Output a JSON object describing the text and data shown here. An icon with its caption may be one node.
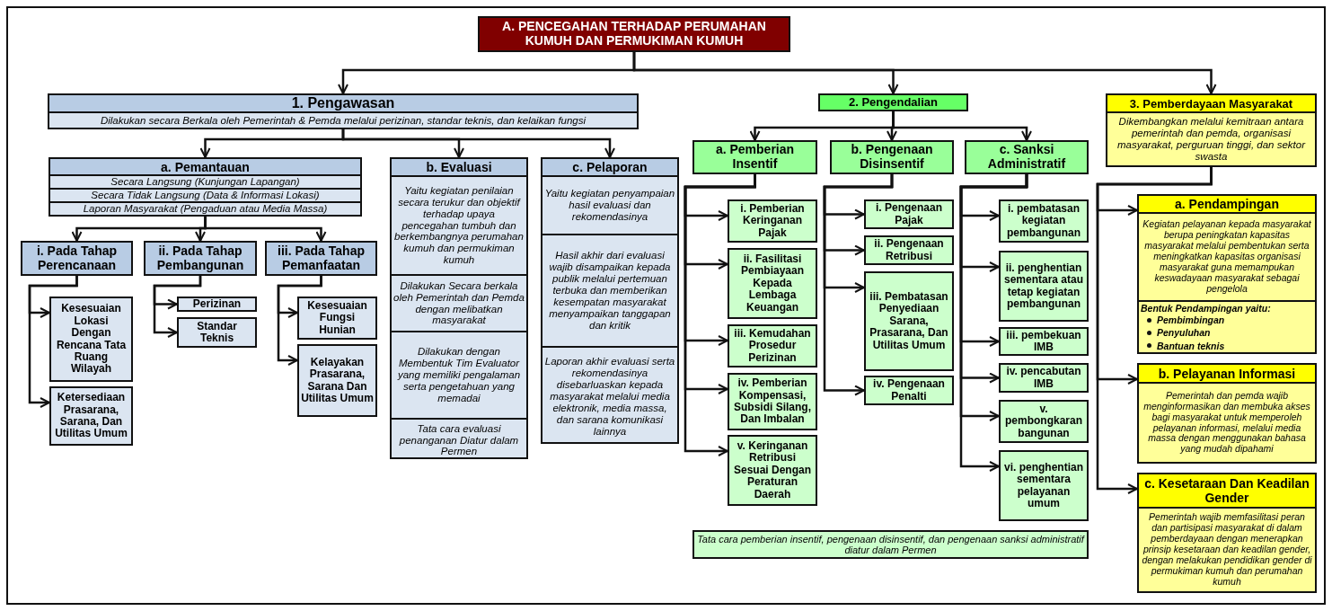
{
  "diagram": {
    "nodes": [
      {
        "text": [
          "A. PENCEGAHAN TERHADAP PERUMAHAN KUMUH DAN PERMUKIMAN KUMUH"
        ]
      },
      {
        "text": [
          "1. Pengawasan",
          "Dilakukan secara Berkala oleh Pemerintah & Pemda melalui  perizinan, standar teknis, dan kelaikan fungsi"
        ]
      },
      {
        "text": [
          "a. Pemantauan",
          "Secara Langsung (Kunjungan Lapangan)",
          "Secara Tidak Langsung (Data & Informasi Lokasi)",
          "Laporan Masyarakat (Pengaduan atau Media Massa)"
        ]
      },
      {
        "text": [
          "b. Evaluasi",
          "Yaitu kegiatan penilaian secara terukur dan objektif terhadap upaya pencegahan tumbuh dan berkembangnya perumahan kumuh dan permukiman kumuh",
          "Dilakukan Secara berkala oleh Pemerintah dan Pemda dengan melibatkan masyarakat",
          "Dilakukan dengan Membentuk Tim Evaluator yang memiliki pengalaman serta pengetahuan yang memadai",
          "Tata cara evaluasi penanganan Diatur dalam Permen"
        ]
      },
      {
        "text": [
          "c. Pelaporan",
          "Yaitu kegiatan penyampaian hasil evaluasi dan rekomendasinya",
          "Hasil akhir dari evaluasi wajib disampaikan kepada publik melalui pertemuan terbuka dan memberikan kesempatan masyarakat menyampaikan tanggapan dan kritik",
          "Laporan akhir evaluasi serta rekomendasinya disebarluaskan kepada masyarakat melalui media elektronik, media massa, dan sarana komunikasi lainnya"
        ]
      },
      {
        "text": [
          "i. Pada Tahap Perencanaan"
        ]
      },
      {
        "text": [
          "ii. Pada Tahap Pembangunan"
        ]
      },
      {
        "text": [
          "iii. Pada Tahap Pemanfaatan"
        ]
      },
      {
        "text": [
          "Kesesuaian Lokasi Dengan Rencana Tata Ruang Wilayah"
        ]
      },
      {
        "text": [
          "Ketersediaan Prasarana, Sarana, Dan Utilitas Umum"
        ]
      },
      {
        "text": [
          "Perizinan"
        ]
      },
      {
        "text": [
          "Standar Teknis"
        ]
      },
      {
        "text": [
          "Kesesuaian Fungsi Hunian"
        ]
      },
      {
        "text": [
          "Kelayakan Prasarana, Sarana Dan Utilitas Umum"
        ]
      },
      {
        "text": [
          "2. Pengendalian"
        ]
      },
      {
        "text": [
          "a. Pemberian Insentif"
        ]
      },
      {
        "text": [
          "b. Pengenaan Disinsentif"
        ]
      },
      {
        "text": [
          "c. Sanksi Administratif"
        ]
      },
      {
        "text": [
          "i. Pemberian Keringanan Pajak"
        ]
      },
      {
        "text": [
          "ii. Fasilitasi Pembiayaan Kepada Lembaga Keuangan"
        ]
      },
      {
        "text": [
          "iii. Kemudahan Prosedur Perizinan"
        ]
      },
      {
        "text": [
          "iv. Pemberian Kompensasi, Subsidi Silang, Dan Imbalan"
        ]
      },
      {
        "text": [
          "v. Keringanan Retribusi Sesuai Dengan Peraturan Daerah"
        ]
      },
      {
        "text": [
          "i. Pengenaan Pajak"
        ]
      },
      {
        "text": [
          "ii. Pengenaan Retribusi"
        ]
      },
      {
        "text": [
          "iii. Pembatasan Penyediaan Sarana, Prasarana, Dan Utilitas Umum"
        ]
      },
      {
        "text": [
          "iv. Pengenaan Penalti"
        ]
      },
      {
        "text": [
          "i. pembatasan kegiatan pembangunan"
        ]
      },
      {
        "text": [
          "ii. penghentian sementara atau tetap kegiatan pembangunan"
        ]
      },
      {
        "text": [
          "iii. pembekuan IMB"
        ]
      },
      {
        "text": [
          "iv. pencabutan IMB"
        ]
      },
      {
        "text": [
          "v. pembongkaran bangunan"
        ]
      },
      {
        "text": [
          "vi. penghentian sementara pelayanan umum"
        ]
      },
      {
        "text": [
          "Tata cara pemberian insentif, pengenaan  disinsentif, dan pengenaan sanksi administratif diatur dalam Permen"
        ]
      },
      {
        "text": [
          "3. Pemberdayaan Masyarakat",
          "Dikembangkan melalui kemitraan antara pemerintah dan pemda, organisasi masyarakat, perguruan tinggi, dan sektor swasta"
        ]
      },
      {
        "text": [
          "a. Pendampingan",
          "Kegiatan pelayanan kepada masyarakat berupa peningkatan kapasitas masyarakat melalui pembentukan serta meningkatkan kapasitas organisasi masyarakat guna memampukan keswadayaan masyarakat sebagai pengelola",
          "Bentuk Pendampingan yaitu:",
          "Pembimbingan",
          "Penyuluhan",
          "Bantuan teknis"
        ]
      },
      {
        "text": [
          "b. Pelayanan Informasi",
          "Pemerintah dan pemda wajib menginformasikan dan membuka akses bagi masyarakat untuk memperoleh pelayanan informasi, melalui media massa dengan menggunakan bahasa yang mudah dipahami"
        ]
      },
      {
        "text": [
          "c. Kesetaraan Dan Keadilan Gender",
          "Pemerintah wajib memfasilitasi peran dan partisipasi masyarakat di dalam pemberdayaan dengan menerapkan prinsip kesetaraan dan keadilan gender, dengan melakukan pendidikan gender di permukiman kumuh dan perumahan kumuh"
        ]
      }
    ],
    "edges": [
      {
        "from": 0,
        "to": 1,
        "arrow": "to"
      },
      {
        "from": 0,
        "to": 14,
        "arrow": "to"
      },
      {
        "from": 0,
        "to": 34,
        "arrow": "to"
      },
      {
        "from": 1,
        "to": 2,
        "arrow": "to"
      },
      {
        "from": 1,
        "to": 3,
        "arrow": "to"
      },
      {
        "from": 1,
        "to": 4,
        "arrow": "to"
      },
      {
        "from": 2,
        "to": 5,
        "arrow": "to"
      },
      {
        "from": 2,
        "to": 6,
        "arrow": "to"
      },
      {
        "from": 2,
        "to": 7,
        "arrow": "to"
      },
      {
        "from": 5,
        "to": 8,
        "arrow": "to"
      },
      {
        "from": 5,
        "to": 9,
        "arrow": "to"
      },
      {
        "from": 6,
        "to": 10,
        "arrow": "to"
      },
      {
        "from": 6,
        "to": 11,
        "arrow": "to"
      },
      {
        "from": 7,
        "to": 12,
        "arrow": "to"
      },
      {
        "from": 7,
        "to": 13,
        "arrow": "to"
      },
      {
        "from": 14,
        "to": 15,
        "arrow": "to"
      },
      {
        "from": 14,
        "to": 16,
        "arrow": "to"
      },
      {
        "from": 14,
        "to": 17,
        "arrow": "to"
      },
      {
        "from": 15,
        "to": 18,
        "arrow": "to"
      },
      {
        "from": 15,
        "to": 19,
        "arrow": "to"
      },
      {
        "from": 15,
        "to": 20,
        "arrow": "to"
      },
      {
        "from": 15,
        "to": 21,
        "arrow": "to"
      },
      {
        "from": 15,
        "to": 22,
        "arrow": "to"
      },
      {
        "from": 16,
        "to": 23,
        "arrow": "to"
      },
      {
        "from": 16,
        "to": 24,
        "arrow": "to"
      },
      {
        "from": 16,
        "to": 25,
        "arrow": "to"
      },
      {
        "from": 16,
        "to": 26,
        "arrow": "to"
      },
      {
        "from": 17,
        "to": 27,
        "arrow": "to"
      },
      {
        "from": 17,
        "to": 28,
        "arrow": "to"
      },
      {
        "from": 17,
        "to": 29,
        "arrow": "to"
      },
      {
        "from": 17,
        "to": 30,
        "arrow": "to"
      },
      {
        "from": 17,
        "to": 31,
        "arrow": "to"
      },
      {
        "from": 17,
        "to": 32,
        "arrow": "to"
      },
      {
        "from": 34,
        "to": 35,
        "arrow": "to"
      },
      {
        "from": 34,
        "to": 36,
        "arrow": "to"
      },
      {
        "from": 34,
        "to": 37,
        "arrow": "to"
      }
    ]
  }
}
